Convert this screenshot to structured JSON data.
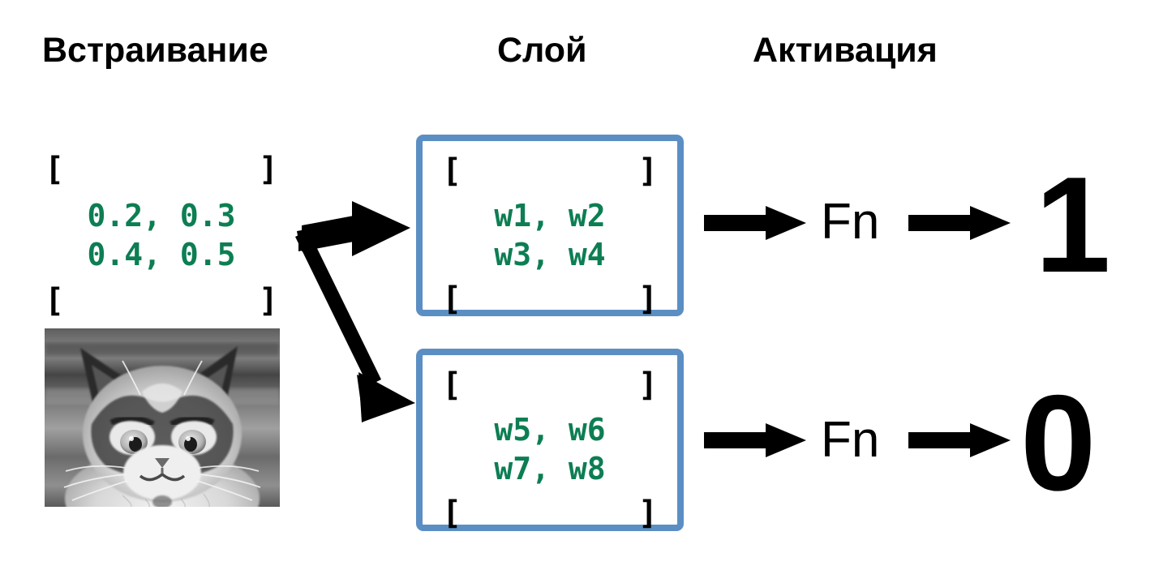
{
  "headers": {
    "embedding": "Встраивание",
    "layer": "Слой",
    "activation": "Активация"
  },
  "embedding": {
    "open_bracket_left": "[",
    "open_bracket_right": "]",
    "close_bracket_left": "[",
    "close_bracket_right": "]",
    "row1": "0.2, 0.3",
    "row2": "0.4, 0.5",
    "image_alt": "grumpy-cat-grayscale-photo"
  },
  "layers": [
    {
      "open_bracket_left": "[",
      "open_bracket_right": "]",
      "close_bracket_left": "[",
      "close_bracket_right": "]",
      "row1": "w1, w2",
      "row2": "w3, w4",
      "border_color": "#5b8fc4"
    },
    {
      "open_bracket_left": "[",
      "open_bracket_right": "]",
      "close_bracket_left": "[",
      "close_bracket_right": "]",
      "row1": "w5, w6",
      "row2": "w7, w8",
      "border_color": "#5b8fc4"
    }
  ],
  "activations": [
    {
      "fn_label": "Fn",
      "output": "1"
    },
    {
      "fn_label": "Fn",
      "output": "0"
    }
  ],
  "colors": {
    "value_green": "#0d7e53",
    "box_blue": "#5b8fc4",
    "ink_black": "#000000",
    "background": "#ffffff"
  },
  "arrows": {
    "branch_to_layer_1": "branch-arrow-up",
    "branch_to_layer_2": "branch-arrow-down",
    "layer1_to_fn": "arrow-right",
    "fn1_to_output": "arrow-right",
    "layer2_to_fn": "arrow-right",
    "fn2_to_output": "arrow-right"
  }
}
